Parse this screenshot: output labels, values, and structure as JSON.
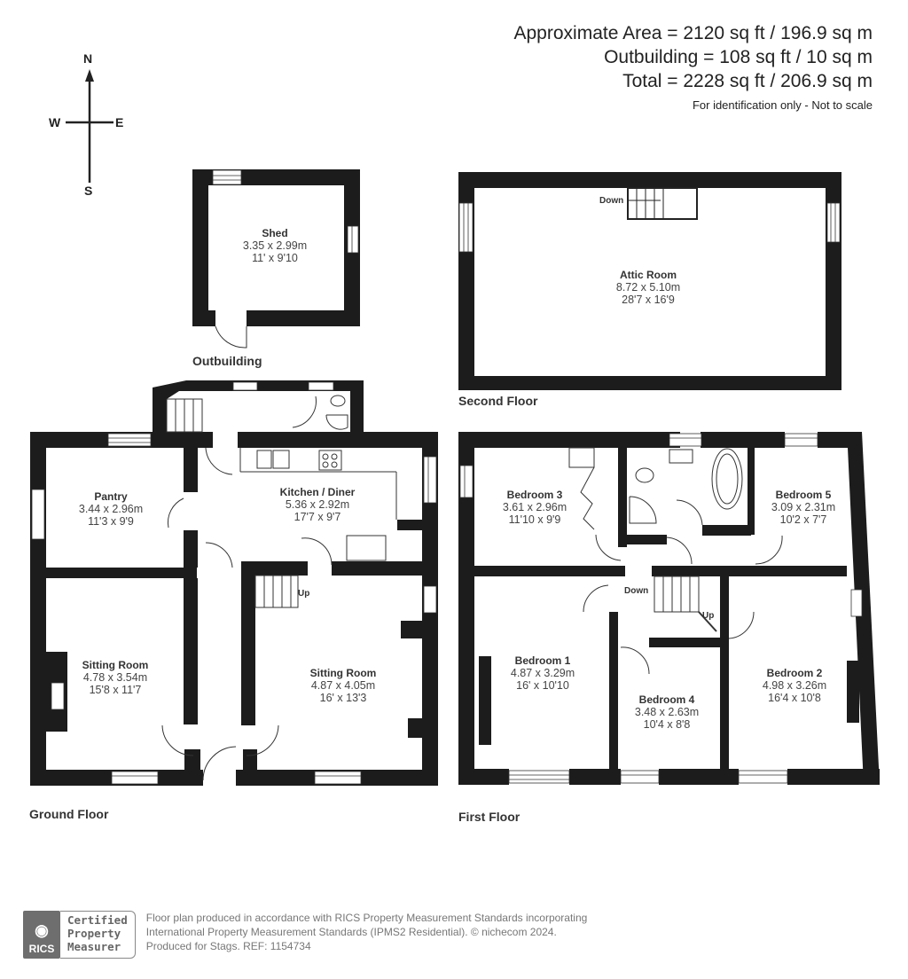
{
  "area_summary": {
    "approximate_area": "Approximate Area = 2120 sq ft / 196.9 sq m",
    "outbuilding": "Outbuilding = 108 sq ft / 10 sq m",
    "total": "Total = 2228 sq ft / 206.9 sq m",
    "disclaimer": "For identification only - Not to scale"
  },
  "compass": {
    "n": "N",
    "s": "S",
    "e": "E",
    "w": "W"
  },
  "floors": {
    "outbuilding": {
      "label": "Outbuilding",
      "rooms": [
        {
          "name": "Shed",
          "metric": "3.35 x 2.99m",
          "imperial": "11' x 9'10"
        }
      ]
    },
    "second_floor": {
      "label": "Second Floor",
      "stairs_label": "Down",
      "rooms": [
        {
          "name": "Attic Room",
          "metric": "8.72 x 5.10m",
          "imperial": "28'7 x 16'9"
        }
      ]
    },
    "ground_floor": {
      "label": "Ground Floor",
      "stairs_label": "Up",
      "rooms": [
        {
          "name": "Pantry",
          "metric": "3.44 x 2.96m",
          "imperial": "11'3 x 9'9"
        },
        {
          "name": "Kitchen / Diner",
          "metric": "5.36 x 2.92m",
          "imperial": "17'7 x 9'7"
        },
        {
          "name": "Sitting Room",
          "metric": "4.78 x 3.54m",
          "imperial": "15'8 x 11'7"
        },
        {
          "name": "Sitting Room",
          "metric": "4.87 x 4.05m",
          "imperial": "16' x 13'3"
        }
      ]
    },
    "first_floor": {
      "label": "First Floor",
      "stairs_down_label": "Down",
      "stairs_up_label": "Up",
      "rooms": [
        {
          "name": "Bedroom 3",
          "metric": "3.61 x 2.96m",
          "imperial": "11'10 x 9'9"
        },
        {
          "name": "Bedroom 5",
          "metric": "3.09 x 2.31m",
          "imperial": "10'2 x 7'7"
        },
        {
          "name": "Bedroom 1",
          "metric": "4.87 x 3.29m",
          "imperial": "16' x 10'10"
        },
        {
          "name": "Bedroom 4",
          "metric": "3.48 x 2.63m",
          "imperial": "10'4 x 8'8"
        },
        {
          "name": "Bedroom 2",
          "metric": "4.98 x 3.26m",
          "imperial": "16'4 x 10'8"
        }
      ]
    }
  },
  "footer": {
    "rics_logo_text": "RICS",
    "badge_line1": "Certified",
    "badge_line2": "Property",
    "badge_line3": "Measurer",
    "line1": "Floor plan produced in accordance with RICS Property Measurement Standards incorporating",
    "line2": "International Property Measurement Standards (IPMS2 Residential).  © nichecom 2024.",
    "line3": "Produced for Stags.   REF: 1154734"
  }
}
